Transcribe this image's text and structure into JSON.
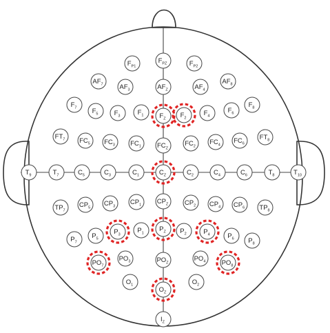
{
  "highlight_color": "#e02424",
  "line_color": "#444444",
  "electrodes": [
    {
      "base": "F",
      "sub": "P1"
    },
    {
      "base": "F",
      "sub": "PZ"
    },
    {
      "base": "F",
      "sub": "P2"
    },
    {
      "base": "AF",
      "sub": "7"
    },
    {
      "base": "AF",
      "sub": "3"
    },
    {
      "base": "AF",
      "sub": "Z"
    },
    {
      "base": "AF",
      "sub": "4"
    },
    {
      "base": "AF",
      "sub": "8"
    },
    {
      "base": "F",
      "sub": "7"
    },
    {
      "base": "F",
      "sub": "5"
    },
    {
      "base": "F",
      "sub": "3"
    },
    {
      "base": "F",
      "sub": "1"
    },
    {
      "base": "F",
      "sub": "Z",
      "highlight": true
    },
    {
      "base": "F",
      "sub": "2",
      "highlight": true
    },
    {
      "base": "F",
      "sub": "4"
    },
    {
      "base": "F",
      "sub": "6"
    },
    {
      "base": "F",
      "sub": "8"
    },
    {
      "base": "FT",
      "sub": "7"
    },
    {
      "base": "FC",
      "sub": "5"
    },
    {
      "base": "FC",
      "sub": "3"
    },
    {
      "base": "FC",
      "sub": "1"
    },
    {
      "base": "FC",
      "sub": "Z"
    },
    {
      "base": "FC",
      "sub": "2"
    },
    {
      "base": "FC",
      "sub": "4"
    },
    {
      "base": "FC",
      "sub": "6"
    },
    {
      "base": "FT",
      "sub": "8"
    },
    {
      "base": "T",
      "sub": "9"
    },
    {
      "base": "T",
      "sub": "7"
    },
    {
      "base": "C",
      "sub": "5"
    },
    {
      "base": "C",
      "sub": "3"
    },
    {
      "base": "C",
      "sub": "1"
    },
    {
      "base": "C",
      "sub": "Z",
      "highlight": true
    },
    {
      "base": "C",
      "sub": "2"
    },
    {
      "base": "C",
      "sub": "4"
    },
    {
      "base": "C",
      "sub": "6"
    },
    {
      "base": "T",
      "sub": "8"
    },
    {
      "base": "T",
      "sub": "10"
    },
    {
      "base": "TP",
      "sub": "7"
    },
    {
      "base": "CP",
      "sub": "5"
    },
    {
      "base": "CP",
      "sub": "3"
    },
    {
      "base": "CP",
      "sub": "1"
    },
    {
      "base": "CP",
      "sub": "Z"
    },
    {
      "base": "CP",
      "sub": "2"
    },
    {
      "base": "CP",
      "sub": "4"
    },
    {
      "base": "CP",
      "sub": "6"
    },
    {
      "base": "TP",
      "sub": "8"
    },
    {
      "base": "P",
      "sub": "7"
    },
    {
      "base": "P",
      "sub": "5"
    },
    {
      "base": "P",
      "sub": "3",
      "highlight": true
    },
    {
      "base": "P",
      "sub": "1"
    },
    {
      "base": "P",
      "sub": "Z",
      "highlight": true
    },
    {
      "base": "P",
      "sub": "2"
    },
    {
      "base": "P",
      "sub": "4",
      "highlight": true
    },
    {
      "base": "P",
      "sub": "6"
    },
    {
      "base": "P",
      "sub": "8"
    },
    {
      "base": "PO",
      "sub": "7",
      "highlight": true
    },
    {
      "base": "PO",
      "sub": "3"
    },
    {
      "base": "PO",
      "sub": "Z"
    },
    {
      "base": "PO",
      "sub": "4"
    },
    {
      "base": "PO",
      "sub": "8",
      "highlight": true
    },
    {
      "base": "O",
      "sub": "1"
    },
    {
      "base": "O",
      "sub": "Z",
      "highlight": true
    },
    {
      "base": "O",
      "sub": "2"
    },
    {
      "base": "I",
      "sub": "Z"
    }
  ]
}
